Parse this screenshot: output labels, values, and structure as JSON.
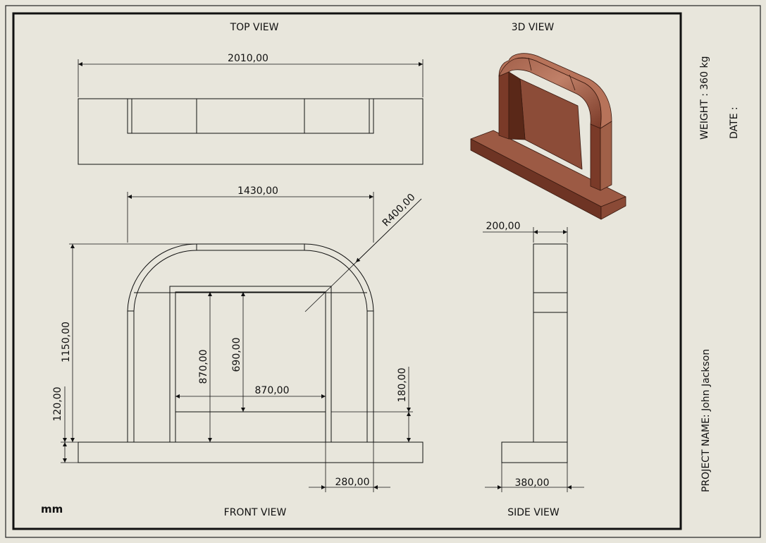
{
  "views": {
    "top": "TOP VIEW",
    "iso": "3D VIEW",
    "front": "FRONT VIEW",
    "side": "SIDE VIEW"
  },
  "dimensions": {
    "overall_width": "2010,00",
    "arch_width": "1430,00",
    "radius": "R400,00",
    "side_depth": "200,00",
    "total_height": "1150,00",
    "base_height": "120,00",
    "opening_outer_height": "870,00",
    "opening_inner_height": "690,00",
    "opening_width": "870,00",
    "hearth_height": "180,00",
    "leg_width": "280,00",
    "base_depth": "380,00"
  },
  "units": "mm",
  "title_block": {
    "weight": "WEIGHT : 360 kg",
    "date": "DATE :",
    "project": "PROJECT NAME:  John Jackson"
  },
  "colors": {
    "paper": "#e8e6dc",
    "line": "#111111",
    "marble_light": "#b07058",
    "marble_dark": "#6e3424"
  }
}
